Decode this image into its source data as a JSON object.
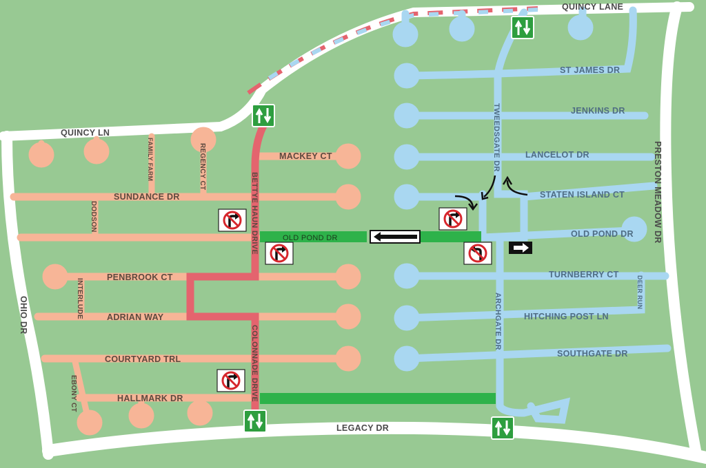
{
  "colors": {
    "background": "#98c993",
    "main_road": "#ffffff",
    "west_streets": "#f7b597",
    "east_streets": "#a9d7f1",
    "collector_red": "#e4646e",
    "closure_green": "#2eb24a",
    "sign_green": "#2e9e3f"
  },
  "streets": {
    "quincy_lane": "QUINCY LANE",
    "quincy_ln": "QUINCY LN",
    "ohio_dr": "OHIO DR",
    "legacy_dr": "LEGACY DR",
    "preston_meadow_dr": "PRESTON MEADOW DR",
    "family_farm": "FAMILY FARM",
    "regency_ct": "REGENCY CT",
    "mackey_ct": "MACKEY CT",
    "sundance_dr": "SUNDANCE DR",
    "dodson": "DODSON",
    "bettye_haun_drive": "BETTYE HAUN DRIVE",
    "old_pond_dr_west": "OLD POND DR",
    "penbrook_ct": "PENBROOK CT",
    "interlude": "INTERLUDE",
    "adrian_way": "ADRIAN WAY",
    "colonnade_drive": "COLONNADE DRIVE",
    "courtyard_trl": "COURTYARD TRL",
    "ebony_ct": "EBONY CT",
    "hallmark_dr": "HALLMARK DR",
    "st_james_dr": "ST JAMES DR",
    "jenkins_dr": "JENKINS DR",
    "lancelot_dr": "LANCELOT  DR",
    "tweedsgate_dr": "TWEEDSGATE DR",
    "staten_island_ct": "STATEN  ISLAND CT",
    "old_pond_dr_east": "OLD POND DR",
    "turnberry_ct": "TURNBERRY CT",
    "deer_run": "DEER RUN",
    "hitching_post_ln": "HITCHING  POST LN",
    "archgate_dr": "ARCHGATE DR",
    "southgate_dr": "SOUTHGATE DR"
  },
  "signs": {
    "one_way": "ONE WAY",
    "two_way_icon": "two-way-arrows-icon",
    "no_right_turn_icon": "no-right-turn-icon",
    "no_left_turn_icon": "no-left-turn-icon",
    "one_way_right_icon": "one-way-right-arrow-icon"
  }
}
